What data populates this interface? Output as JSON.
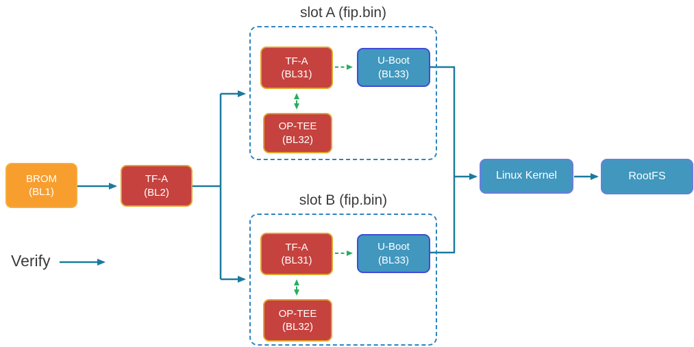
{
  "colors": {
    "teal": "#1B7A9D",
    "green": "#27AE60",
    "orange_fill": "#F79E2E",
    "orange_border": "#F5AE3D",
    "red_fill": "#C5423E",
    "red_border": "#E2A42C",
    "blue_fill": "#4197BE",
    "blue_border_strong": "#3F4BD8",
    "blue_border_light": "#6B7CDB",
    "slot_border": "#2B83BF",
    "text_dark": "#3B3B3B",
    "text_light": "#FFFFFF"
  },
  "nodes": {
    "brom": {
      "line1": "BROM",
      "line2": "(BL1)"
    },
    "tfa_bl2": {
      "line1": "TF-A",
      "line2": "(BL2)"
    },
    "tfa_bl31_a": {
      "line1": "TF-A",
      "line2": "(BL31)"
    },
    "uboot_bl33_a": {
      "line1": "U-Boot",
      "line2": "(BL33)"
    },
    "optee_bl32_a": {
      "line1": "OP-TEE",
      "line2": "(BL32)"
    },
    "tfa_bl31_b": {
      "line1": "TF-A",
      "line2": "(BL31)"
    },
    "uboot_bl33_b": {
      "line1": "U-Boot",
      "line2": "(BL33)"
    },
    "optee_bl32_b": {
      "line1": "OP-TEE",
      "line2": "(BL32)"
    },
    "linux_kernel": {
      "label": "Linux Kernel"
    },
    "rootfs": {
      "label": "RootFS"
    }
  },
  "slots": {
    "slot_a": {
      "title": "slot A (fip.bin)"
    },
    "slot_b": {
      "title": "slot B (fip.bin)"
    }
  },
  "legend": {
    "verify": "Verify"
  }
}
